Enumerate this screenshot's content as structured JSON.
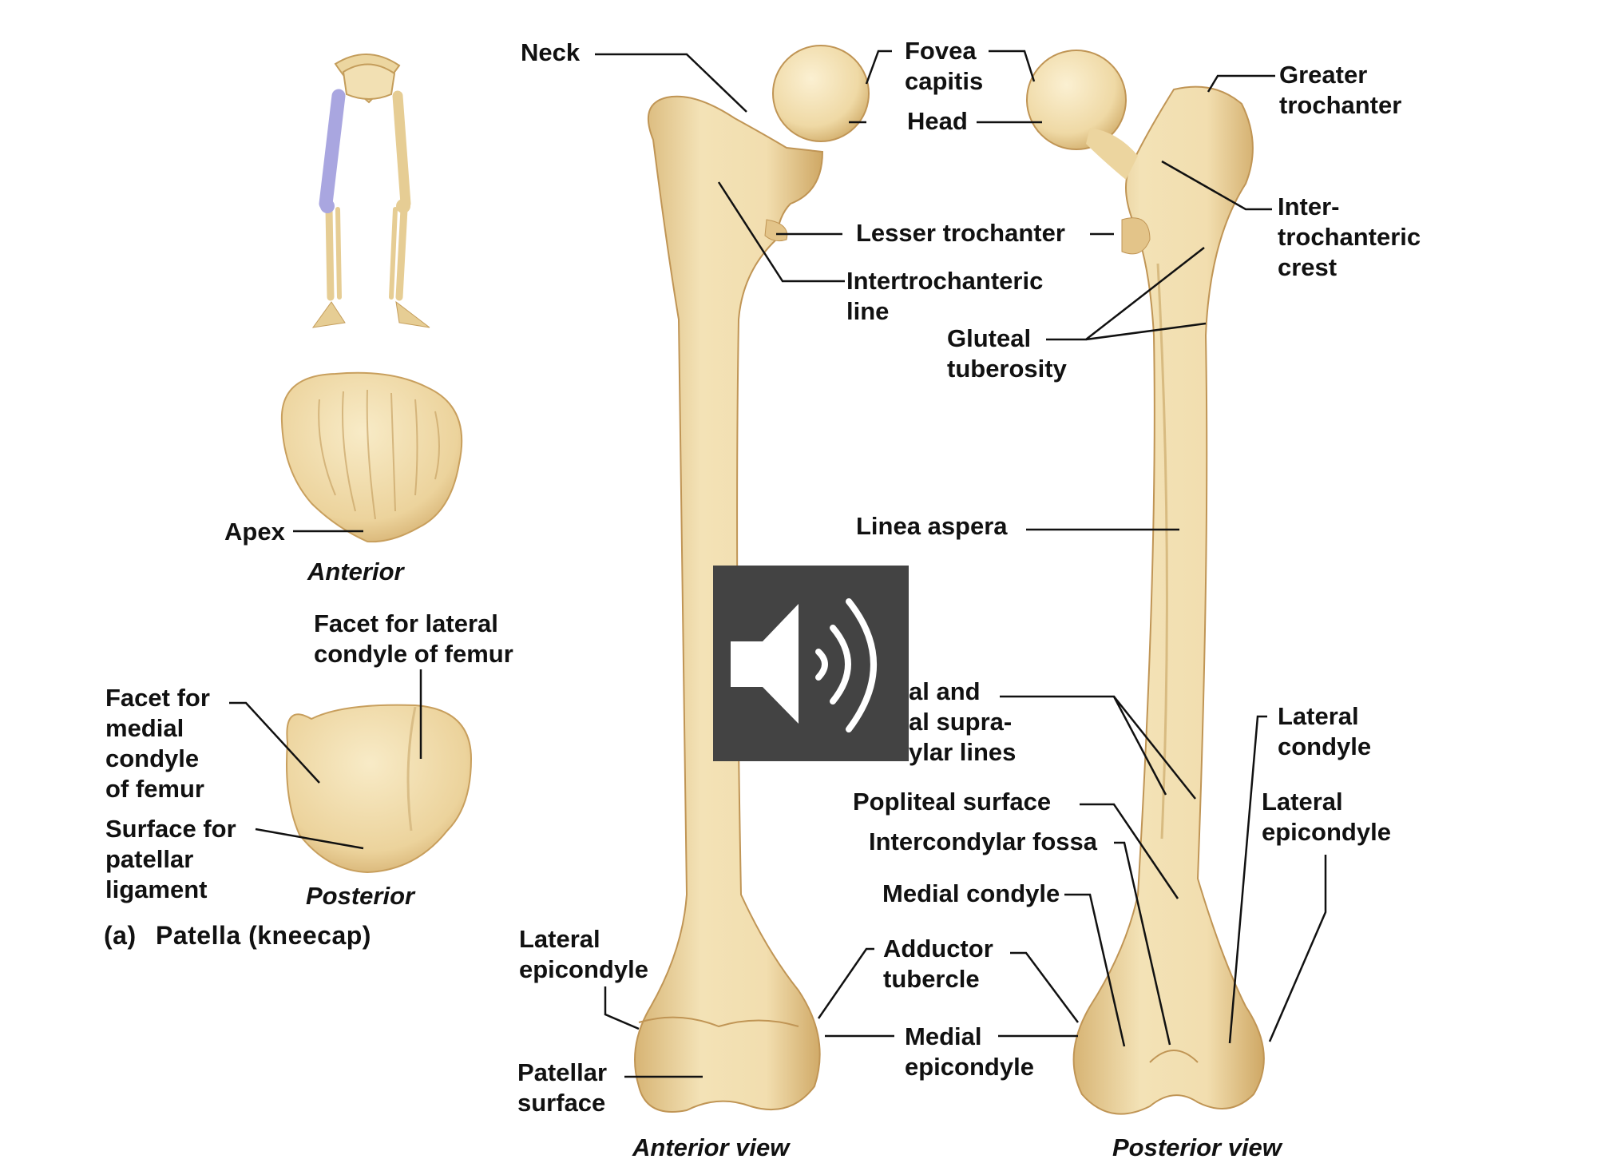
{
  "colors": {
    "bone": "#f0dcab",
    "bone_shade": "#d9b877",
    "bone_edge": "#c79f5c",
    "highlight": "#a9a6e0",
    "speaker_bg": "#434343",
    "leader": "#111111"
  },
  "patella": {
    "title_prefix": "(a)",
    "title": "Patella (kneecap)",
    "anterior_caption": "Anterior",
    "posterior_caption": "Posterior",
    "labels": {
      "apex": "Apex",
      "facet_lateral_1": "Facet for lateral",
      "facet_lateral_2": "condyle of femur",
      "facet_medial_1": "Facet for",
      "facet_medial_2": "medial",
      "facet_medial_3": "condyle",
      "facet_medial_4": "of femur",
      "surface_1": "Surface for",
      "surface_2": "patellar",
      "surface_3": "ligament"
    }
  },
  "femur": {
    "anterior_caption": "Anterior view",
    "posterior_caption": "Posterior view",
    "labels": {
      "neck": "Neck",
      "fovea_1": "Fovea",
      "fovea_2": "capitis",
      "head": "Head",
      "greater_1": "Greater",
      "greater_2": "trochanter",
      "inter_crest_1": "Inter-",
      "inter_crest_2": "trochanteric",
      "inter_crest_3": "crest",
      "lesser": "Lesser trochanter",
      "inter_line_1": "Intertrochanteric",
      "inter_line_2": "line",
      "gluteal_1": "Gluteal",
      "gluteal_2": "tuberosity",
      "linea": "Linea aspera",
      "supra_1": "al and",
      "supra_2": "al supra-",
      "supra_3": "ylar lines",
      "lat_condyle_1": "Lateral",
      "lat_condyle_2": "condyle",
      "popliteal": "Popliteal surface",
      "lat_epi_post_1": "Lateral",
      "lat_epi_post_2": "epicondyle",
      "intercondylar": "Intercondylar fossa",
      "med_condyle": "Medial condyle",
      "lat_epi_ant_1": "Lateral",
      "lat_epi_ant_2": "epicondyle",
      "adductor_1": "Adductor",
      "adductor_2": "tubercle",
      "med_epi_1": "Medial",
      "med_epi_2": "epicondyle",
      "patellar_surf_1": "Patellar",
      "patellar_surf_2": "surface"
    }
  },
  "audio_button": {
    "icon": "speaker-icon"
  }
}
